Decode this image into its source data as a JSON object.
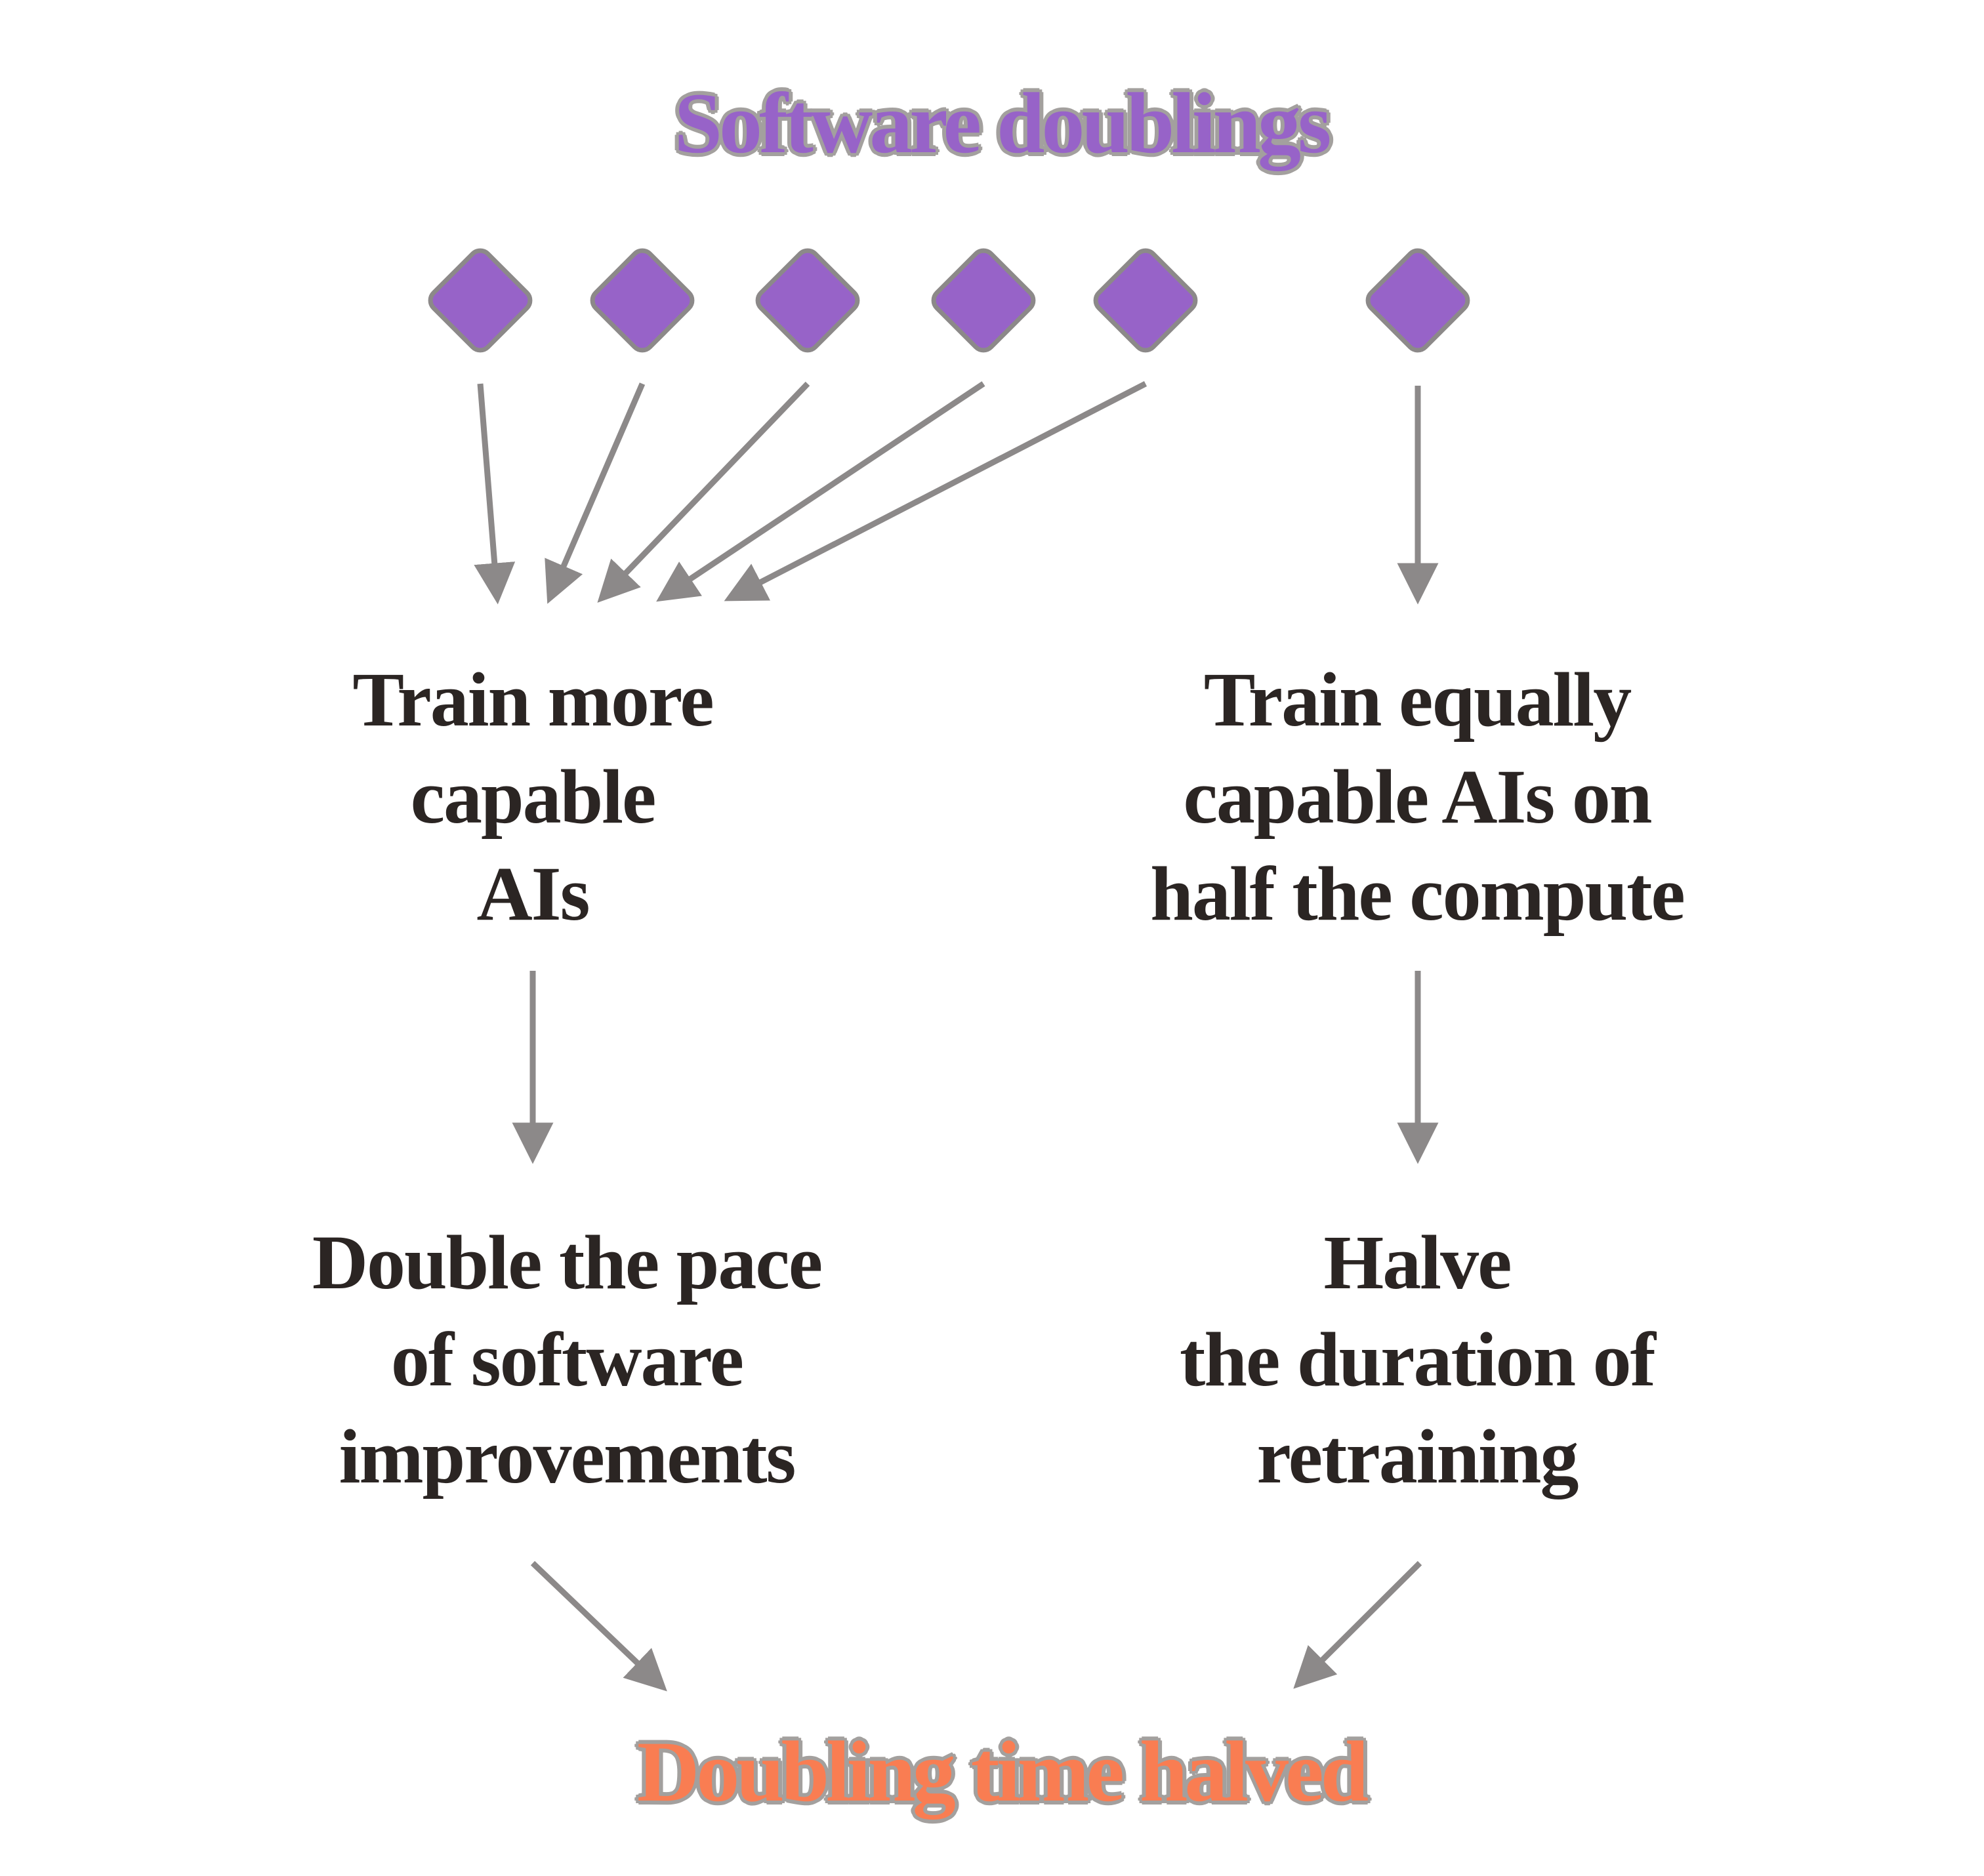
{
  "colors": {
    "purple": "#9763C8",
    "gray": "#8C8989",
    "outline": "#A3A09E",
    "ink": "#2B2523",
    "orange": "#F97D52",
    "bg": "#FFFFFF"
  },
  "header": {
    "title": "Software doublings"
  },
  "diamonds": {
    "icon": "software-doubling-diamond",
    "count": 6
  },
  "nodes": {
    "train_more": {
      "lines": [
        "Train more",
        "capable",
        "AIs"
      ]
    },
    "train_equally": {
      "lines": [
        "Train equally",
        "capable AIs on",
        "half the compute"
      ]
    },
    "double_pace": {
      "lines": [
        "Double the pace",
        "of software",
        "improvements"
      ]
    },
    "halve_duration": {
      "lines": [
        "Halve",
        "the duration of",
        "retraining"
      ]
    }
  },
  "footer": {
    "title": "Doubling time halved"
  }
}
